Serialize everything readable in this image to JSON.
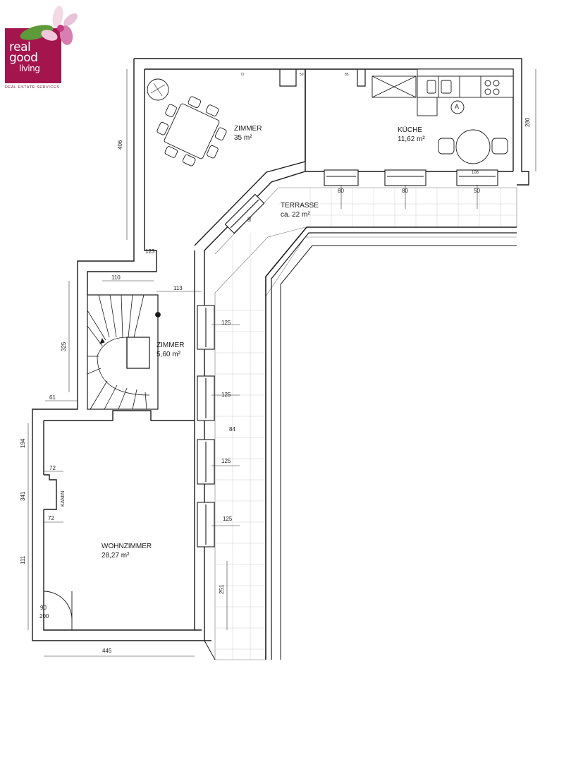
{
  "brand": {
    "line1": "real",
    "line2": "good",
    "line3": "living",
    "tagline": "REAL ESTATE SERVICES",
    "color": "#a4154e",
    "flower_icon": "orchid-flower-icon"
  },
  "rooms": {
    "zimmer_large": {
      "name": "ZIMMER",
      "area": "35 m²"
    },
    "kueche": {
      "name": "KÜCHE",
      "area": "11,62 m²"
    },
    "terrasse": {
      "name": "TERRASSE",
      "area": "ca. 22 m²"
    },
    "zimmer_small": {
      "name": "ZIMMER",
      "area": "5,60 m²"
    },
    "wohnzimmer": {
      "name": "WOHNZIMMER",
      "area": "28,27 m²"
    },
    "kamin": "KAMIN",
    "marker": "A"
  },
  "dimensions": {
    "top_left_height": "406",
    "right_height": "280",
    "stair_height": "325",
    "living_194": "194",
    "living_341": "341",
    "living_111": "111",
    "width_123": "123",
    "width_110": "110",
    "width_113": "113",
    "width_61": "61",
    "width_445": "445",
    "kamin_72_top": "72",
    "kamin_72_bottom": "72",
    "door_90": "90",
    "door_200": "200",
    "window_80_a": "80",
    "window_80_b": "80",
    "window_50": "50",
    "window_125_a": "125",
    "window_125_b": "125",
    "window_125_c": "125",
    "window_125_d": "125",
    "terrace_84": "84",
    "terrace_251": "251",
    "diag_80": "80",
    "top_72": "72",
    "top_50": "50",
    "top_85": "85",
    "kueche_108": "108"
  }
}
